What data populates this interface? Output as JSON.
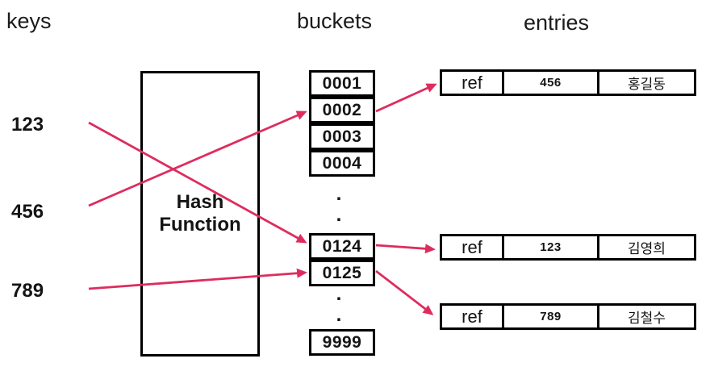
{
  "headers": {
    "keys": "keys",
    "buckets": "buckets",
    "entries": "entries"
  },
  "keys": [
    {
      "label": "123"
    },
    {
      "label": "456"
    },
    {
      "label": "789"
    }
  ],
  "hash_function_label": "Hash Function",
  "buckets": [
    {
      "label": "0001"
    },
    {
      "label": "0002"
    },
    {
      "label": "0003"
    },
    {
      "label": "0004"
    },
    {
      "label": "0124"
    },
    {
      "label": "0125"
    },
    {
      "label": "9999"
    }
  ],
  "ellipsis_dot": ".",
  "entries": [
    {
      "ref_label": "ref",
      "key": "456",
      "name": "홍길동"
    },
    {
      "ref_label": "ref",
      "key": "123",
      "name": "김영희"
    },
    {
      "ref_label": "ref",
      "key": "789",
      "name": "김철수"
    }
  ],
  "arrows": [
    {
      "from": "key-123",
      "to": "bucket-0124"
    },
    {
      "from": "key-456",
      "to": "bucket-0002"
    },
    {
      "from": "key-789",
      "to": "bucket-0125"
    },
    {
      "from": "bucket-0002",
      "to": "entry-456"
    },
    {
      "from": "bucket-0124",
      "to": "entry-123"
    },
    {
      "from": "bucket-0125",
      "to": "entry-789"
    }
  ],
  "colors": {
    "arrow": "#de2c5e",
    "box_border": "#000000",
    "text": "#141414"
  }
}
